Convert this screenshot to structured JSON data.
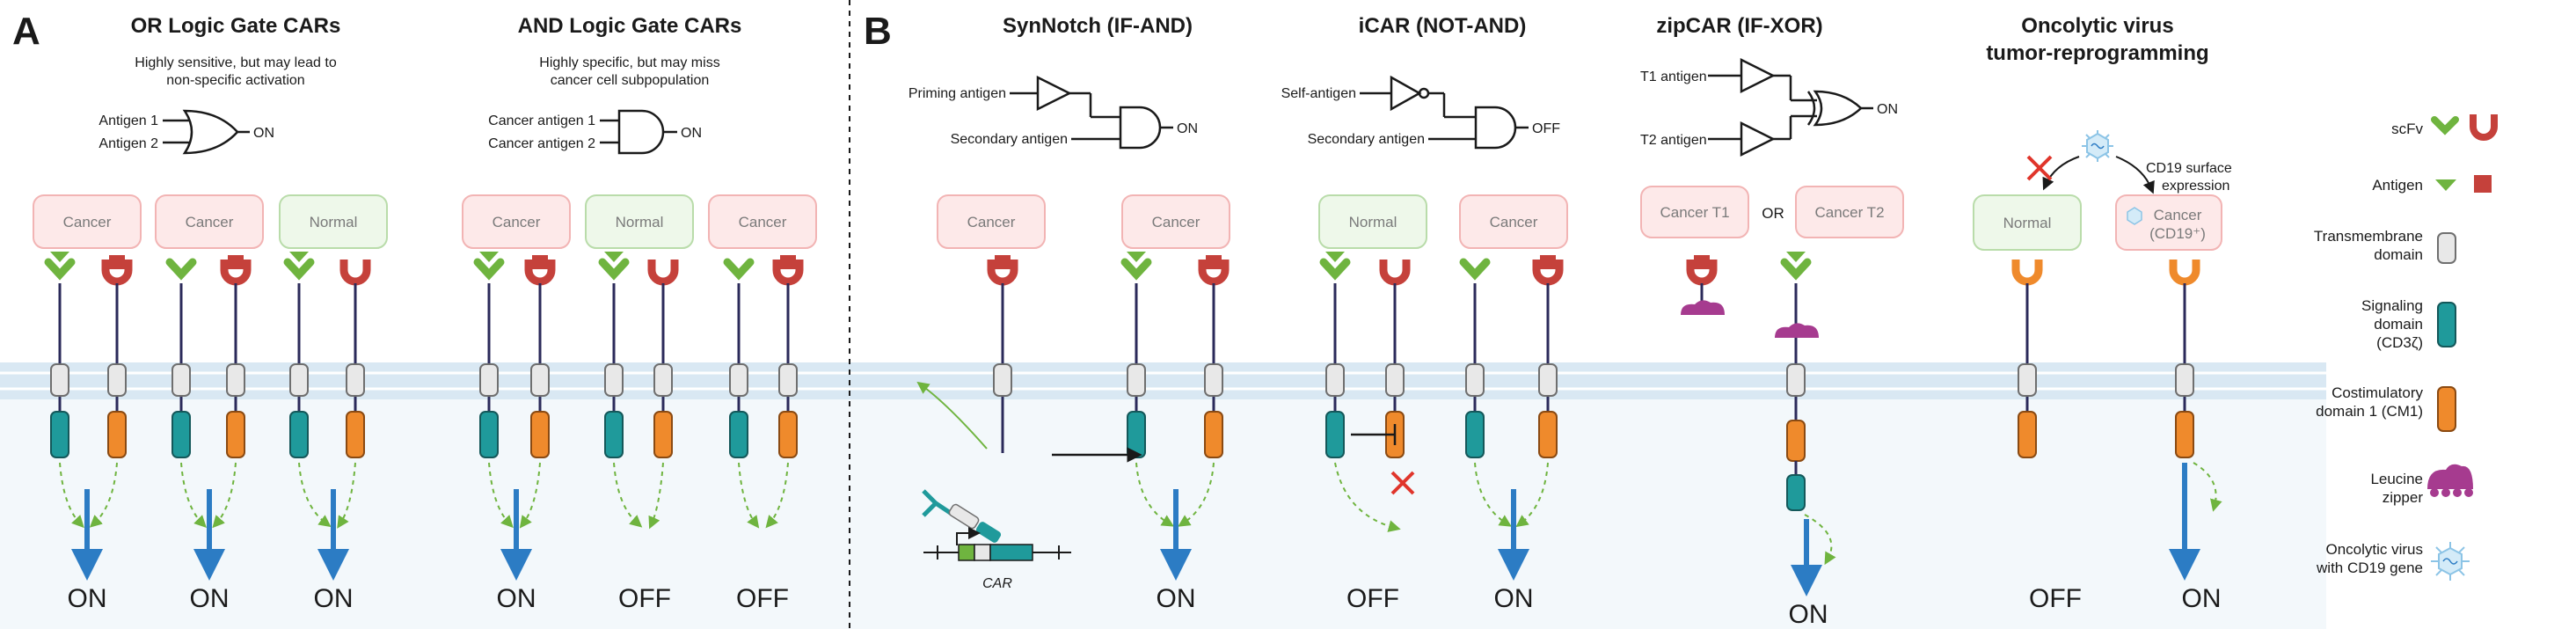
{
  "colors": {
    "green": "#6fb43f",
    "red": "#c5413b",
    "orange": "#ef8a2c",
    "teal": "#1f9a9b",
    "blue": "#2c7cc4",
    "purple": "#a63b8f",
    "membrane": "#d9e8f3",
    "inside": "#f3f8fb",
    "cancer_fill": "#fde9e9",
    "cancer_stroke": "#f2b4b4",
    "normal_fill": "#eef8ea",
    "normal_stroke": "#b9dcaa"
  },
  "panels": {
    "a": "A",
    "b": "B"
  },
  "titles": {
    "or_gate": "OR Logic Gate CARs",
    "and_gate": "AND Logic Gate CARs",
    "synnotch": "SynNotch (IF-AND)",
    "icar": "iCAR (NOT-AND)",
    "zipcar": "zipCAR (IF-XOR)",
    "oncolytic_1": "Oncolytic virus",
    "oncolytic_2": "tumor-reprogramming"
  },
  "subtitles": {
    "or_1": "Highly sensitive, but may lead to",
    "or_2": "non-specific activation",
    "and_1": "Highly specific, but may miss",
    "and_2": "cancer cell subpopulation"
  },
  "gates": {
    "or_in1": "Antigen 1",
    "or_in2": "Antigen 2",
    "and_in1": "Cancer antigen 1",
    "and_in2": "Cancer antigen 2",
    "syn_in1": "Priming antigen",
    "syn_in2": "Secondary antigen",
    "icar_in1": "Self-antigen",
    "icar_in2": "Secondary antigen",
    "zip_in1": "T1 antigen",
    "zip_in2": "T2 antigen",
    "on": "ON",
    "off": "OFF"
  },
  "cells": {
    "cancer": "Cancer",
    "normal": "Normal",
    "cancer_t1": "Cancer T1",
    "cancer_t2": "Cancer T2",
    "or_word": "OR",
    "cancer_cd19": "Cancer",
    "cd19_prime": "(CD19⁺)"
  },
  "annotations": {
    "cd19_surface": "CD19 surface",
    "expression": "expression",
    "car_gene": "CAR"
  },
  "outputs": {
    "or_1": "ON",
    "or_2": "ON",
    "or_3": "ON",
    "and_1": "ON",
    "and_2": "OFF",
    "and_3": "OFF",
    "syn": "ON",
    "icar_1": "OFF",
    "icar_2": "ON",
    "zip": "ON",
    "onc_1": "OFF",
    "onc_2": "ON"
  },
  "legend": {
    "scfv": "scFv",
    "antigen": "Antigen",
    "tm_1": "Transmembrane",
    "tm_2": "domain",
    "sig_1": "Signaling",
    "sig_2": "domain",
    "sig_3": "(CD3ζ)",
    "cost_1": "Costimulatory",
    "cost_2": "domain 1 (CM1)",
    "lz_1": "Leucine",
    "lz_2": "zipper",
    "ov_1": "Oncolytic virus",
    "ov_2": "with CD19 gene"
  }
}
